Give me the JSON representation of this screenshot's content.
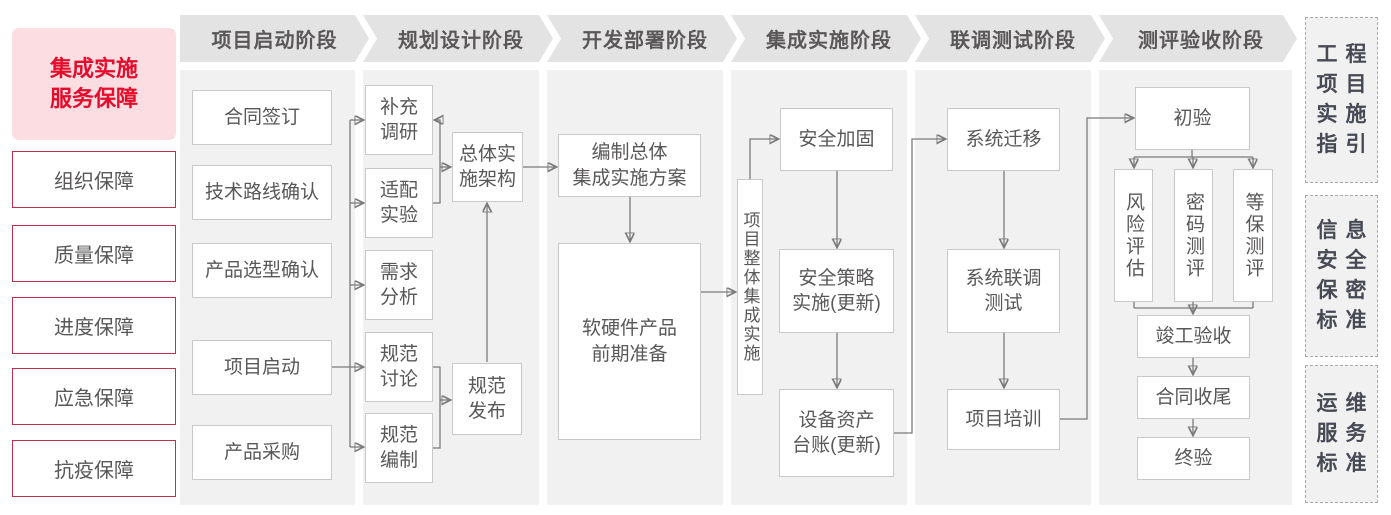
{
  "colors": {
    "accent_red": "#e60c2b",
    "pink_bg": "#fbdde2",
    "sidebar_border": "#c22f4a",
    "text_gray": "#595757",
    "line_gray": "#7a7a7a",
    "panel_bg": "#f2f1f1",
    "banner_bg": "#e4e3e3"
  },
  "sidebar": {
    "title": "集成实施\n服务保障",
    "items": [
      "组织保障",
      "质量保障",
      "进度保障",
      "应急保障",
      "抗疫保障"
    ]
  },
  "phases": [
    {
      "label": "项目启动阶段",
      "boxes": [
        "合同签订",
        "技术路线确认",
        "产品选型确认",
        "项目启动",
        "产品采购"
      ]
    },
    {
      "label": "规划设计阶段",
      "boxes": [
        "补充\n调研",
        "适配\n实验",
        "需求\n分析",
        "规范\n讨论",
        "规范\n编制",
        "总体实\n施架构",
        "规范\n发布"
      ]
    },
    {
      "label": "开发部署阶段",
      "boxes": [
        "编制总体\n集成实施方案",
        "软硬件产品\n前期准备"
      ]
    },
    {
      "label": "集成实施阶段",
      "boxes": [
        "项目整体集成实施",
        "安全加固",
        "安全策略\n实施(更新)",
        "设备资产\n台账(更新)"
      ]
    },
    {
      "label": "联调测试阶段",
      "boxes": [
        "系统迁移",
        "系统联调\n测试",
        "项目培训"
      ]
    },
    {
      "label": "测评验收阶段",
      "boxes": [
        "初验",
        "风险评估",
        "密码测评",
        "等保测评",
        "竣工验收",
        "合同收尾",
        "终验"
      ]
    }
  ],
  "right_panel": {
    "items": [
      "工程\n项目\n实施\n指引",
      "信息\n安全\n保密\n标准",
      "运维\n服务\n标准"
    ]
  }
}
